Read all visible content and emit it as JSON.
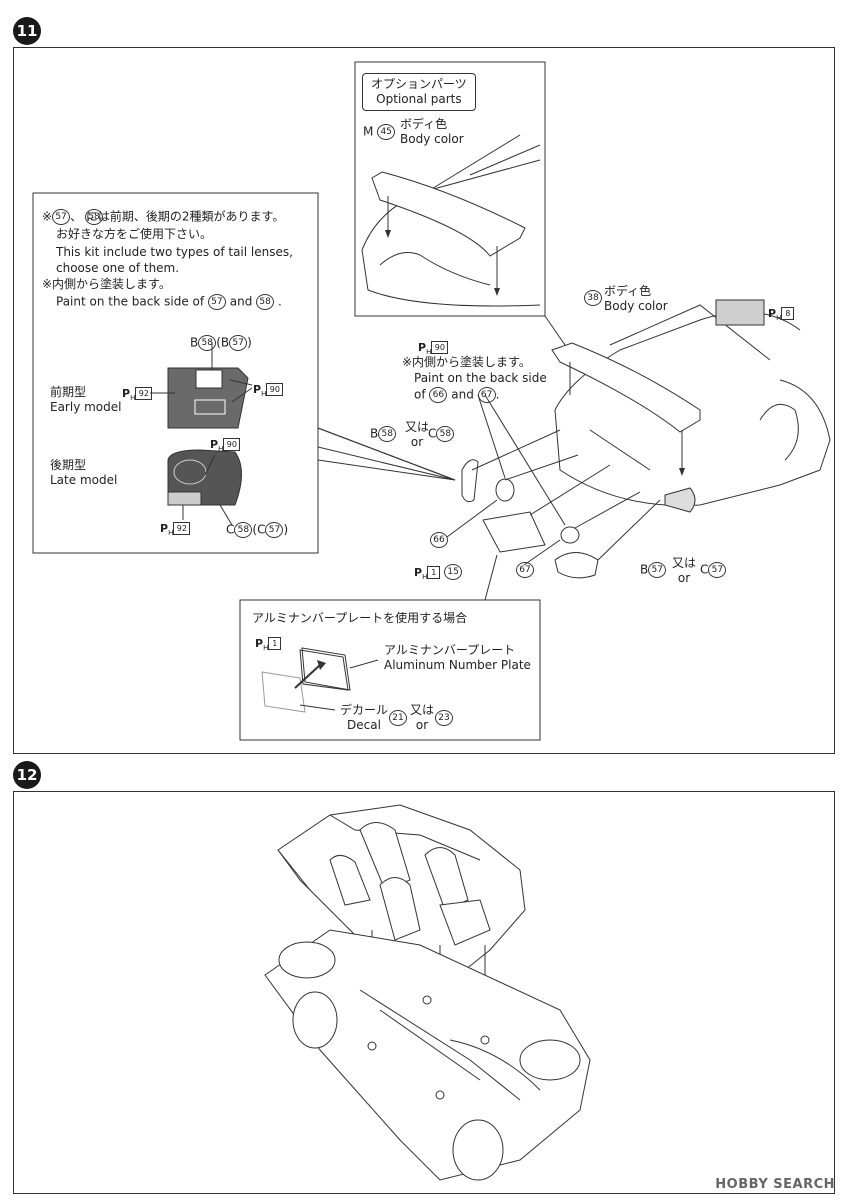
{
  "step11": {
    "number": "11",
    "optional_title_jp": "オプションパーツ",
    "optional_title_en": "Optional parts",
    "wing_part_prefix": "M",
    "wing_part": "45",
    "wing_color_jp": "ボディ色",
    "wing_color_en": "Body color",
    "spoiler_part": "38",
    "spoiler_color_jp": "ボディ色",
    "spoiler_color_en": "Body color",
    "swatch_code": "8",
    "note_line1": "、 には前期、後期の2種類があります。",
    "note_p1": "57",
    "note_p2": "58",
    "note_line2": "お好きな方をご使用下さい。",
    "note_line3": "This kit include two types of tail lenses,",
    "note_line4": "choose one of them.",
    "note_line5": "※内側から塗装します。",
    "note_line6a": "Paint on the back side of",
    "note_line6b": "and",
    "early_jp": "前期型",
    "early_en": "Early model",
    "late_jp": "後期型",
    "late_en": "Late model",
    "early_top_a": "B",
    "early_top_b": "58",
    "early_top_c": "(B",
    "early_top_d": "57",
    "early_top_e": ")",
    "code92": "92",
    "code90": "90",
    "late_bottom_a": "C",
    "late_bottom_b": "58",
    "late_bottom_c": "(C",
    "late_bottom_d": "57",
    "late_bottom_e": ")",
    "inner_code": "90",
    "inner_jp": "※内側から塗装します。",
    "inner_en1": "Paint on the back side",
    "inner_en2a": "of",
    "inner_p1": "66",
    "inner_en2b": "and",
    "inner_p2": "67",
    "inner_en2c": ".",
    "lens_left_a": "B",
    "lens_left_b": "58",
    "lens_left_or_jp": "又は",
    "lens_left_or_en": "or",
    "lens_left_c": "C",
    "lens_left_d": "58",
    "part66": "66",
    "part67": "67",
    "plate_code": "1",
    "plate_part": "15",
    "lens_right_a": "B",
    "lens_right_b": "57",
    "lens_right_or_jp": "又は",
    "lens_right_or_en": "or",
    "lens_right_c": "C",
    "lens_right_d": "57",
    "alu_title": "アルミナンバープレートを使用する場合",
    "alu_code": "1",
    "alu_jp": "アルミナンバープレート",
    "alu_en": "Aluminum Number Plate",
    "decal_jp": "デカール",
    "decal_en": "Decal",
    "decal_p1": "21",
    "decal_or_jp": "又は",
    "decal_or_en": "or",
    "decal_p2": "23"
  },
  "step12": {
    "number": "12"
  },
  "watermark": "HOBBY SEARCH",
  "colors": {
    "early_fill": "#6a6a6a",
    "late_fill": "#555555",
    "swatch": "#cfcfcf"
  }
}
